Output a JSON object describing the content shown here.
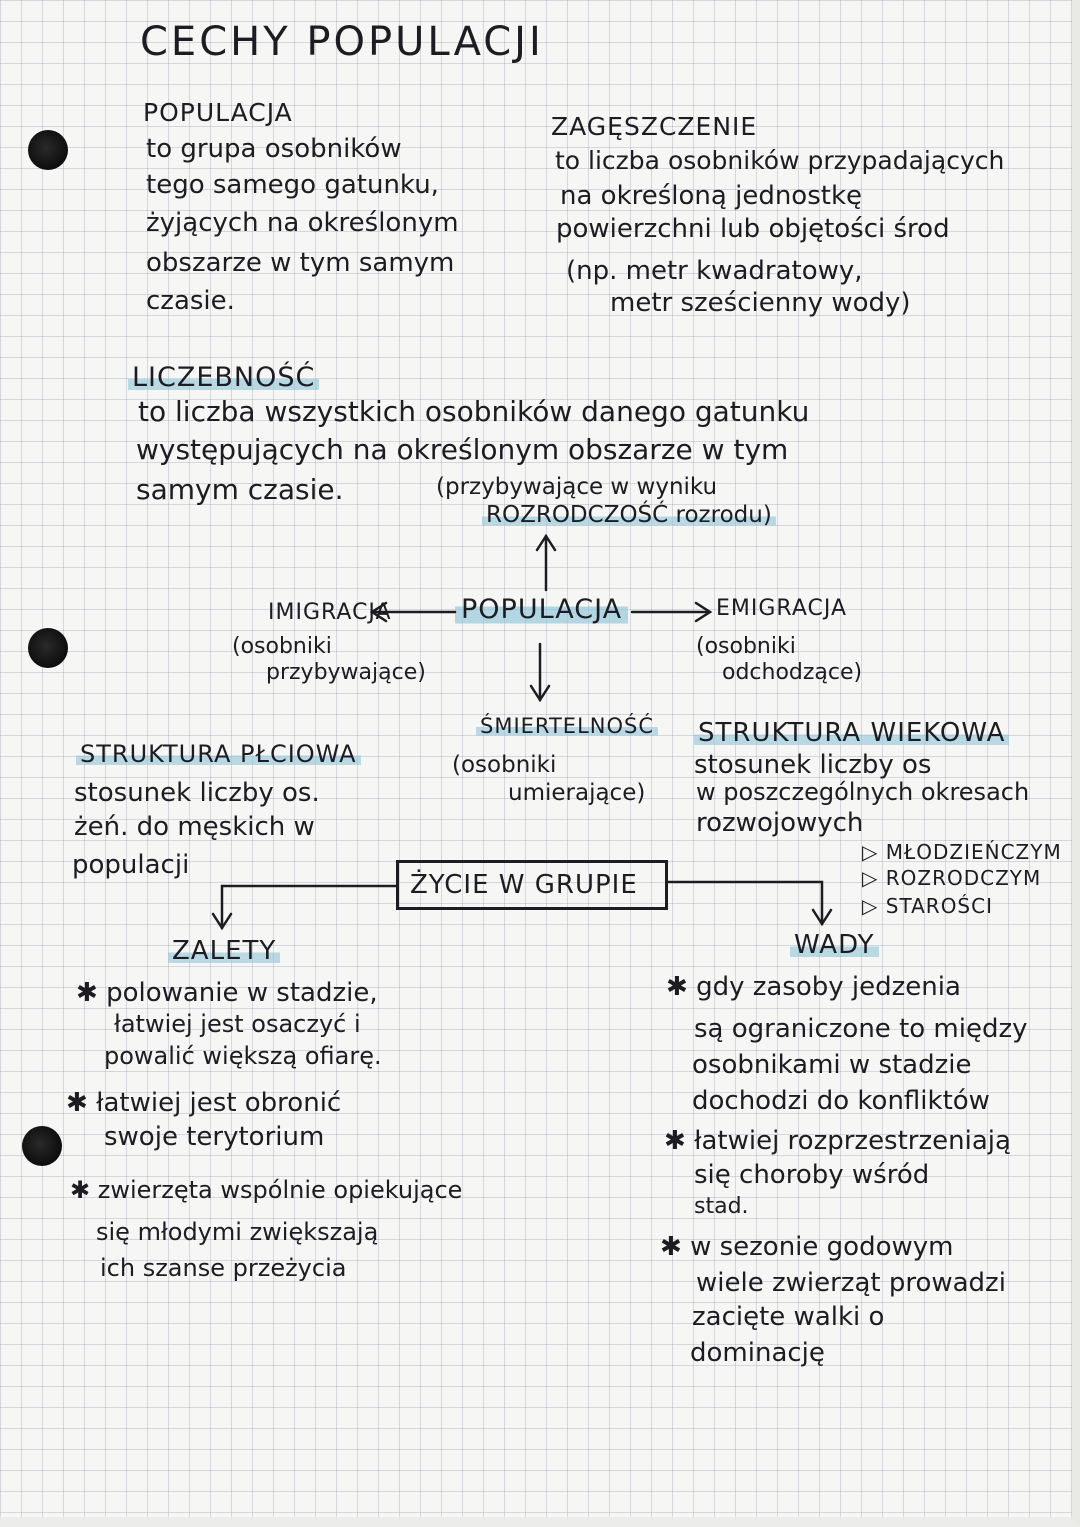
{
  "title": "CECHY POPULACJI",
  "populacja": {
    "heading": "POPULACJA",
    "lines": [
      "to grupa osobników",
      "tego samego gatunku,",
      "żyjących na określonym",
      "obszarze w tym samym",
      "czasie."
    ]
  },
  "zageszczenie": {
    "heading": "ZAGĘSZCZENIE",
    "lines": [
      "to liczba osobników przypadających",
      "na określoną jednostkę",
      "powierzchni lub objętości środ",
      "(np. metr kwadratowy,",
      "metr sześcienny wody)"
    ]
  },
  "licebnosc": {
    "heading": "LICZEBNOŚĆ",
    "lines": [
      "to liczba wszystkich osobników danego gatunku",
      "występujących na określonym obszarze w tym",
      "samym czasie."
    ],
    "note_lines": [
      "(przybywające w wyniku",
      "ROZRODCZOŚĆ rozrodu)"
    ]
  },
  "diagram": {
    "center": "POPULACJA",
    "imigracja": {
      "label": "IMIGRACJA",
      "lines": [
        "(osobniki",
        "przybywające)"
      ]
    },
    "emigracja": {
      "label": "EMIGRACJA",
      "lines": [
        "(osobniki",
        "odchodzące)"
      ]
    },
    "smiertelnosc": {
      "label": "ŚMIERTELNOŚĆ",
      "lines": [
        "(osobniki",
        "umierające)"
      ]
    }
  },
  "struktura_plciowa": {
    "heading": "STRUKTURA PŁCIOWA",
    "lines": [
      "stosunek liczby os.",
      "żeń. do męskich w",
      "populacji"
    ]
  },
  "struktura_wiekowa": {
    "heading": "STRUKTURA WIEKOWA",
    "lines": [
      "stosunek liczby os",
      "w poszczególnych okresach",
      "rozwojowych"
    ],
    "items": [
      "MŁODZIEŃCZYM",
      "ROZRODCZYM",
      "STAROŚCI"
    ]
  },
  "zycie_w_grupie": "ŻYCIE W GRUPIE",
  "zalety": {
    "heading": "ZALETY",
    "items": [
      [
        "polowanie w stadzie,",
        "łatwiej jest osaczyć i",
        "powalić większą ofiarę."
      ],
      [
        "łatwiej jest obronić",
        "swoje terytorium"
      ],
      [
        "zwierzęta wspólnie opiekujące",
        "się młodymi zwiększają",
        "ich szanse przeżycia"
      ]
    ]
  },
  "wady": {
    "heading": "WADY",
    "items": [
      [
        "gdy zasoby jedzenia",
        "są ograniczone to między",
        "osobnikami w stadzie",
        "dochodzi do konfliktów"
      ],
      [
        "łatwiej rozprzestrzeniają",
        "się choroby wśród",
        "stad."
      ],
      [
        "w sezonie godowym",
        "wiele zwierząt prowadzi",
        "zacięte walki o",
        "dominację"
      ]
    ]
  }
}
